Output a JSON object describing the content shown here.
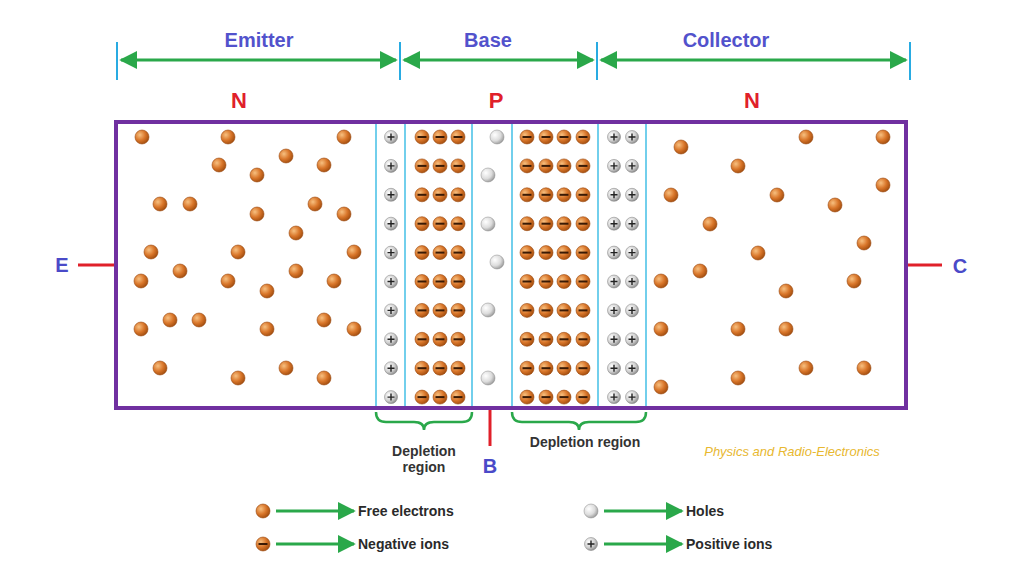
{
  "diagram": {
    "nodes": [
      {
        "text": [
          "N",
          "P",
          "N"
        ]
      }
    ],
    "labels": [
      "Emitter",
      "Base",
      "Collector",
      "E",
      "B",
      "C",
      "Depletion region",
      "Depletion region",
      "Physics and Radio-Electronics"
    ],
    "legend": [
      {
        "text": "Free electrons"
      },
      {
        "text": "Negative ions"
      },
      {
        "text": "Holes"
      },
      {
        "text": "Positive ions"
      }
    ]
  }
}
